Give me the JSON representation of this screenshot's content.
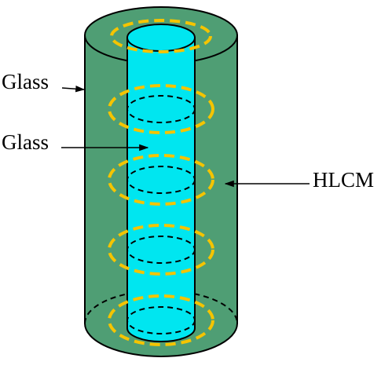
{
  "labels": {
    "outer_glass": "Glass",
    "inner_glass": "Glass",
    "hlcm": "HLCM"
  },
  "colors": {
    "outer_cylinder_fill": "#4f9e74",
    "inner_cylinder_fill": "#00e6f0",
    "ring_dash": "#f5c400",
    "outline": "#000000"
  }
}
